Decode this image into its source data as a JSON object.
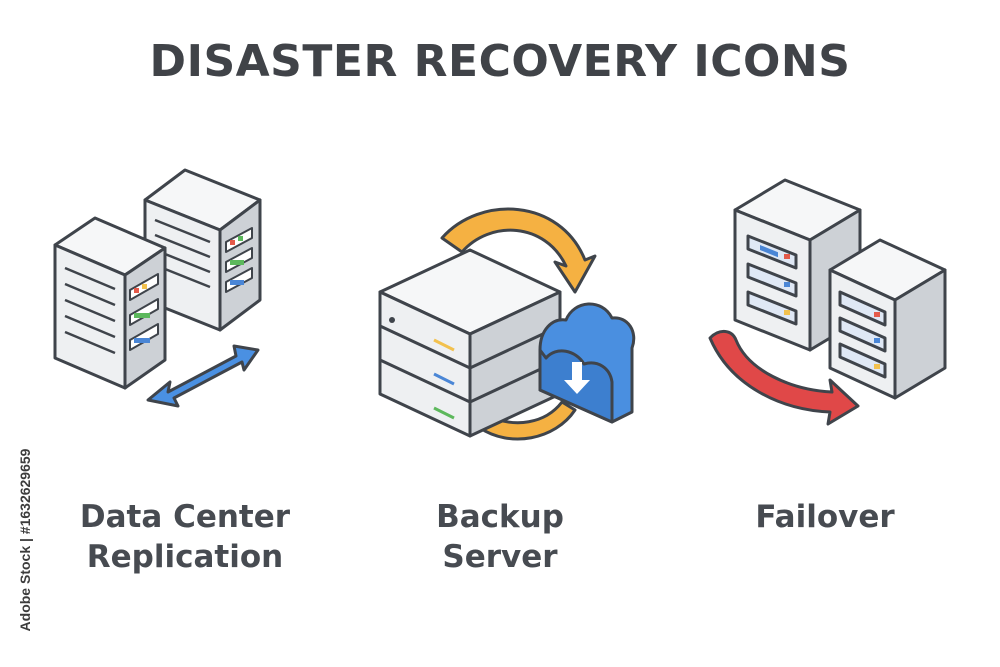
{
  "title": "DISASTER RECOVERY ICONS",
  "icons": [
    {
      "id": "data-center-replication",
      "label_line1": "Data Center",
      "label_line2": "Replication",
      "icon": "two-servers-bidirectional-arrow-icon"
    },
    {
      "id": "backup-server",
      "label_line1": "Backup",
      "label_line2": "Server",
      "icon": "server-cloud-sync-icon"
    },
    {
      "id": "failover",
      "label_line1": "Failover",
      "icon": "server-failover-arrow-icon"
    }
  ],
  "watermark": "Adobe Stock | #1632629659",
  "colors": {
    "outline": "#3f444b",
    "server_front": "#eef0f2",
    "server_side": "#cdd1d6",
    "server_top": "#f6f7f8",
    "arrow_blue": "#4a90e2",
    "arrow_orange": "#f5b142",
    "arrow_red": "#e04848",
    "cloud_blue": "#4a8fe0",
    "led_red": "#e45a4a",
    "led_green": "#5cb85c",
    "led_yellow": "#f2c14e",
    "led_blue": "#4a86d6"
  }
}
